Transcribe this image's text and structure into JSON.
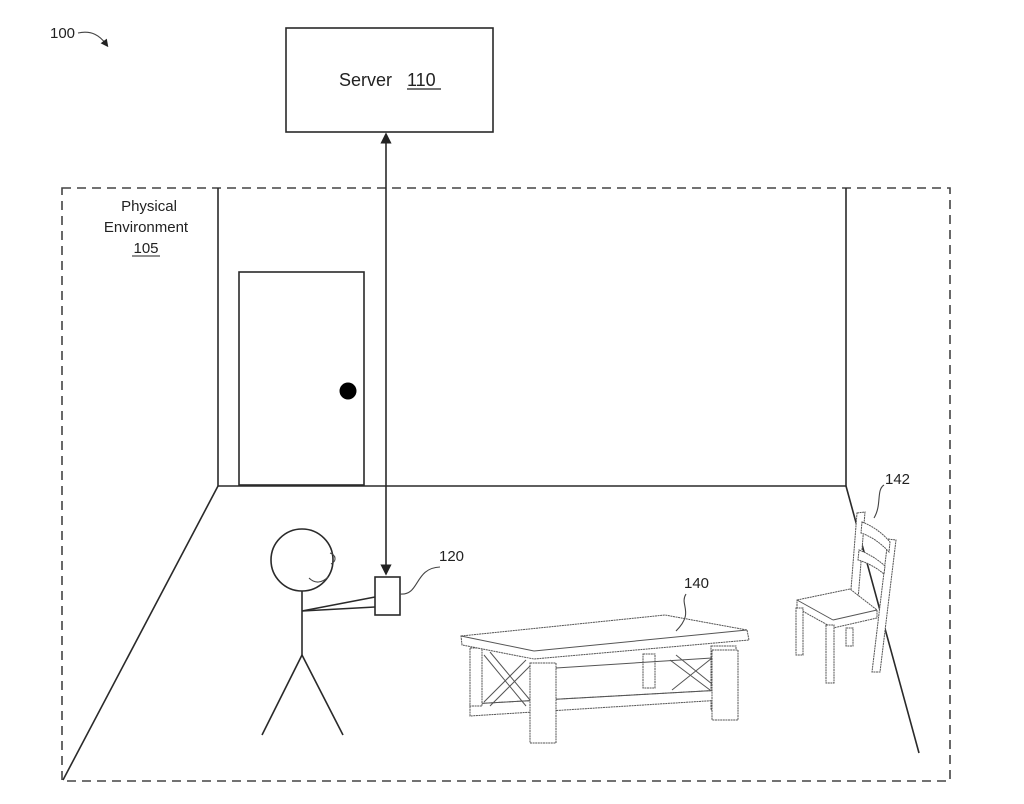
{
  "figure": {
    "ref_label": "100",
    "server": {
      "label": "Server",
      "ref": "110"
    },
    "environment": {
      "line1": "Physical",
      "line2": "Environment",
      "ref": "105"
    },
    "device": {
      "ref": "120"
    },
    "table": {
      "ref": "140"
    },
    "chair": {
      "ref": "142"
    }
  },
  "colors": {
    "line": "#2a2a2a",
    "background": "#ffffff",
    "knob": "#000000"
  }
}
